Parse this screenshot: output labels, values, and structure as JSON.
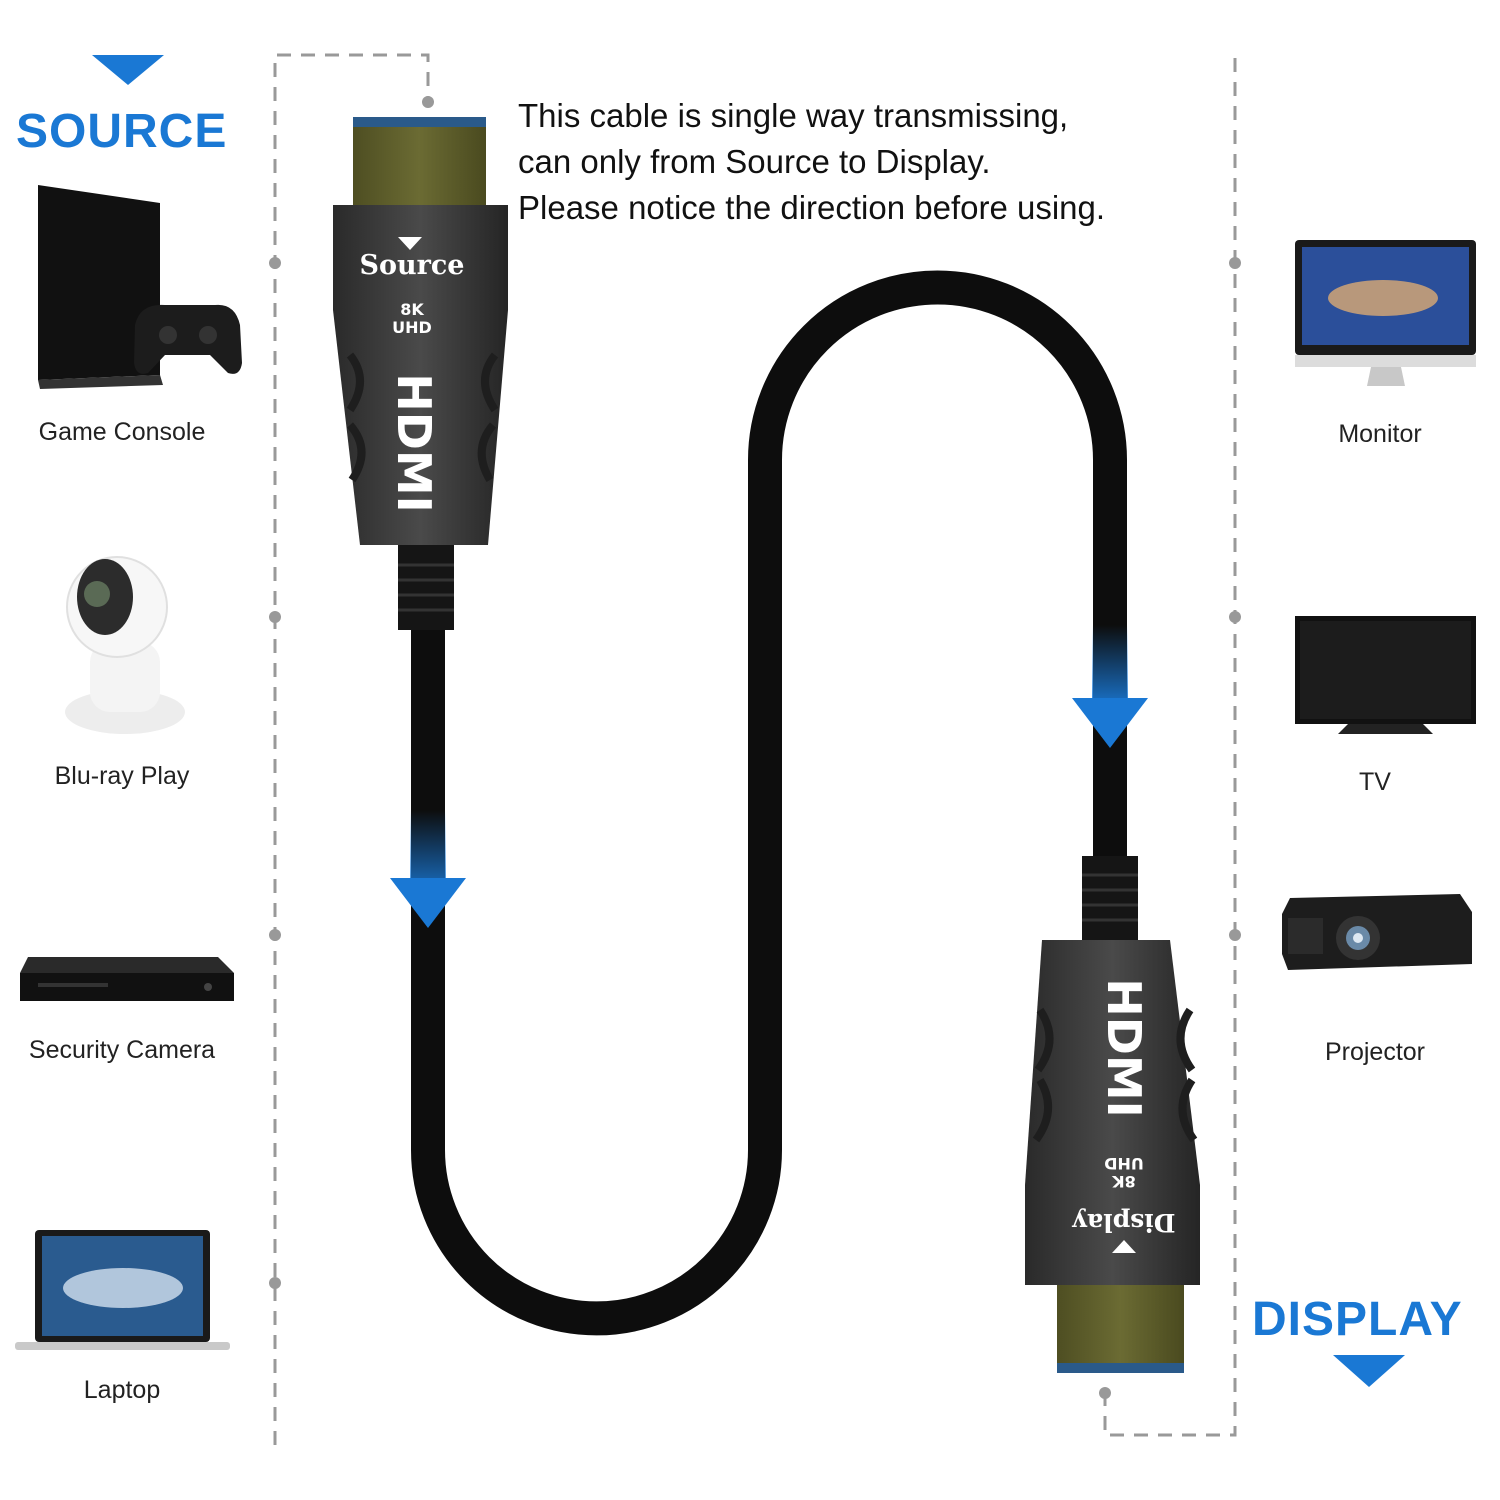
{
  "source": {
    "heading": "SOURCE",
    "devices": [
      {
        "label": "Game Console",
        "icon": "game-console-icon"
      },
      {
        "label": "Blu-ray Play",
        "icon": "camera-icon"
      },
      {
        "label": "Security Camera",
        "icon": "dvd-player-icon"
      },
      {
        "label": "Laptop",
        "icon": "laptop-icon"
      }
    ]
  },
  "display": {
    "heading": "DISPLAY",
    "devices": [
      {
        "label": "Monitor",
        "icon": "monitor-icon"
      },
      {
        "label": "TV",
        "icon": "tv-icon"
      },
      {
        "label": "Projector",
        "icon": "projector-icon"
      }
    ]
  },
  "notice": {
    "line1": "This cable is single way transmissing,",
    "line2": "can only from Source to Display.",
    "line3": "Please notice the direction before using."
  },
  "connectors": {
    "source": {
      "label": "Source",
      "spec1": "8K",
      "spec2": "UHD",
      "logo": "HDMI"
    },
    "display": {
      "label": "Display",
      "spec1": "8K",
      "spec2": "UHD",
      "logo": "HDMI"
    }
  },
  "colors": {
    "accent": "#1a78d4",
    "cable": "#0d0d0d",
    "connector": "#3a3a3a",
    "metal": "#5a5a2a"
  }
}
